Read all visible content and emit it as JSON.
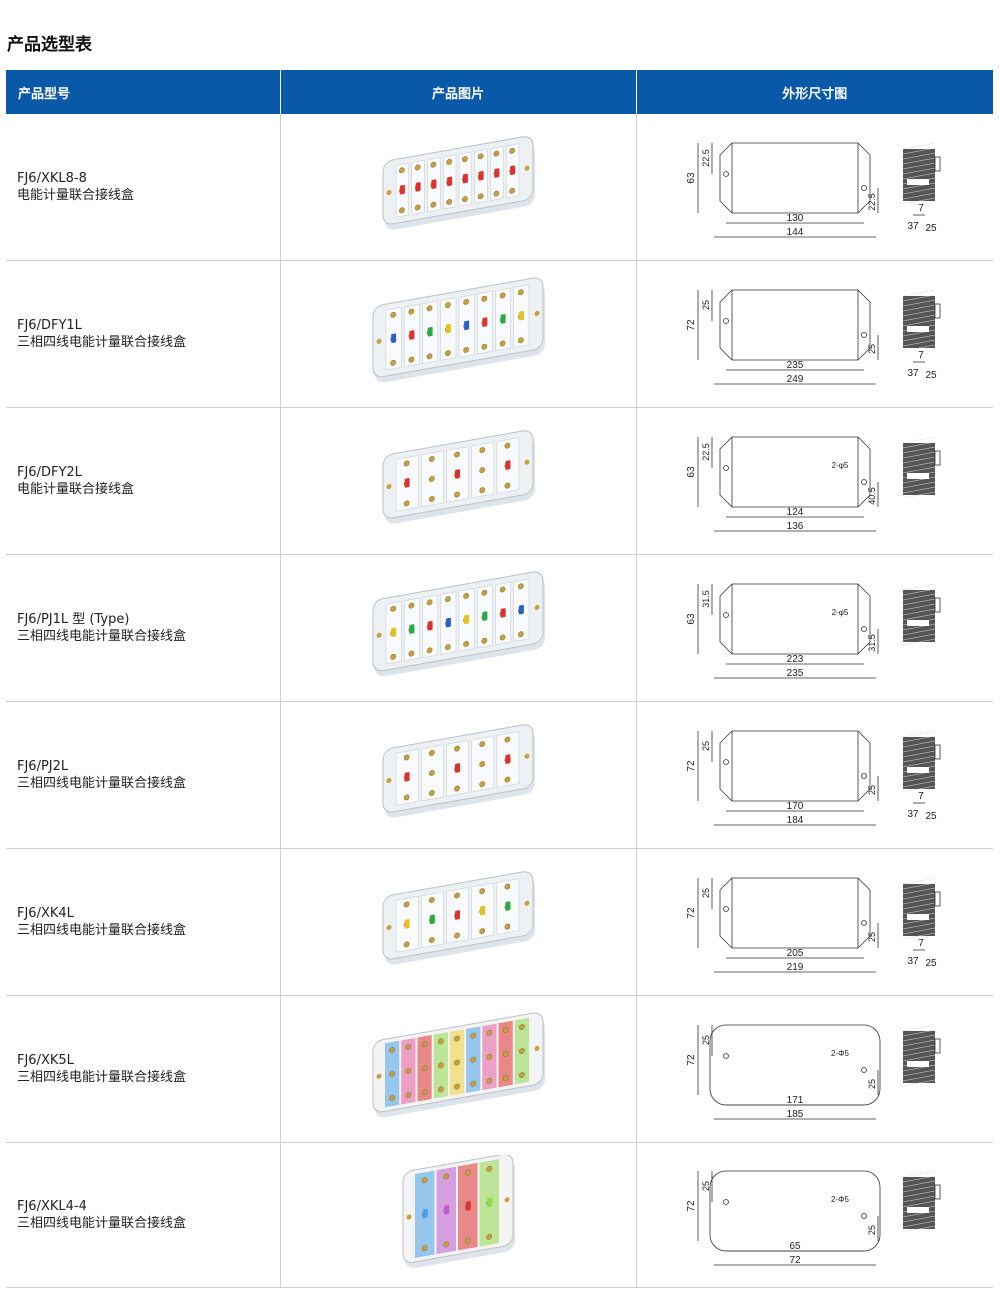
{
  "page": {
    "title": "产品选型表"
  },
  "table": {
    "headers": [
      "产品型号",
      "产品图片",
      "外形尺寸图"
    ],
    "rows": [
      {
        "model": "FJ6/XKL8-8",
        "name": "电能计量联合接线盒",
        "photo": {
          "style": "clear-8",
          "colors": [
            "#e03030"
          ]
        },
        "dims": {
          "h": "63",
          "h1": "22.5",
          "h2": "22.5",
          "w1": "130",
          "w2": "144",
          "s1": "7",
          "s2": "37",
          "s3": "25",
          "hole": ""
        }
      },
      {
        "model": "FJ6/DFY1L",
        "name": "三相四线电能计量联合接线盒",
        "photo": {
          "style": "clear-long",
          "colors": [
            "#2a5fd0",
            "#e03030",
            "#2aa84a",
            "#e8c020"
          ]
        },
        "dims": {
          "h": "72",
          "h1": "25",
          "h2": "25",
          "w1": "235",
          "w2": "249",
          "s1": "7",
          "s2": "37",
          "s3": "25",
          "hole": ""
        }
      },
      {
        "model": "FJ6/DFY2L",
        "name": "电能计量联合接线盒",
        "photo": {
          "style": "clear-5",
          "colors": [
            "#e03030"
          ]
        },
        "dims": {
          "h": "63",
          "h1": "22.5",
          "h2": "40.5",
          "w1": "124",
          "w2": "136",
          "s1": "",
          "s2": "",
          "s3": "",
          "hole": "2-φ5"
        }
      },
      {
        "model": "FJ6/PJ1L 型 (Type)",
        "name": "三相四线电能计量联合接线盒",
        "photo": {
          "style": "clear-long",
          "colors": [
            "#e8c020",
            "#2aa84a",
            "#e03030",
            "#2a5fd0"
          ]
        },
        "dims": {
          "h": "63",
          "h1": "31.5",
          "h2": "31.5",
          "w1": "223",
          "w2": "235",
          "s1": "",
          "s2": "",
          "s3": "",
          "hole": "2-φ5"
        }
      },
      {
        "model": "FJ6/PJ2L",
        "name": "三相四线电能计量联合接线盒",
        "photo": {
          "style": "clear-5",
          "colors": [
            "#e03030"
          ]
        },
        "dims": {
          "h": "72",
          "h1": "25",
          "h2": "25",
          "w1": "170",
          "w2": "184",
          "s1": "7",
          "s2": "37",
          "s3": "25",
          "hole": ""
        }
      },
      {
        "model": "FJ6/XK4L",
        "name": "三相四线电能计量联合接线盒",
        "photo": {
          "style": "clear-5",
          "colors": [
            "#e8c020",
            "#2aa84a",
            "#e03030"
          ]
        },
        "dims": {
          "h": "72",
          "h1": "25",
          "h2": "25",
          "w1": "205",
          "w2": "219",
          "s1": "7",
          "s2": "37",
          "s3": "25",
          "hole": ""
        }
      },
      {
        "model": "FJ6/XK5L",
        "name": "三相四线电能计量联合接线盒",
        "photo": {
          "style": "rainbow-long",
          "colors": [
            "#4aa0e8",
            "#e85aa0",
            "#e03030",
            "#8ed84a",
            "#f0d040"
          ]
        },
        "dims": {
          "h": "72",
          "h1": "25",
          "h2": "25",
          "w1": "171",
          "w2": "185",
          "s1": "",
          "s2": "",
          "s3": "",
          "hole": "2-Φ5"
        }
      },
      {
        "model": "FJ6/XKL4-4",
        "name": "三相四线电能计量联合接线盒",
        "photo": {
          "style": "rainbow-short",
          "colors": [
            "#4aa0e8",
            "#c05ad0",
            "#e03030",
            "#8ed84a",
            "#f0a030"
          ]
        },
        "dims": {
          "h": "72",
          "h1": "25",
          "h2": "25",
          "w1": "65",
          "w2": "72",
          "s1": "",
          "s2": "",
          "s3": "",
          "hole": "2-Φ5"
        }
      }
    ]
  }
}
